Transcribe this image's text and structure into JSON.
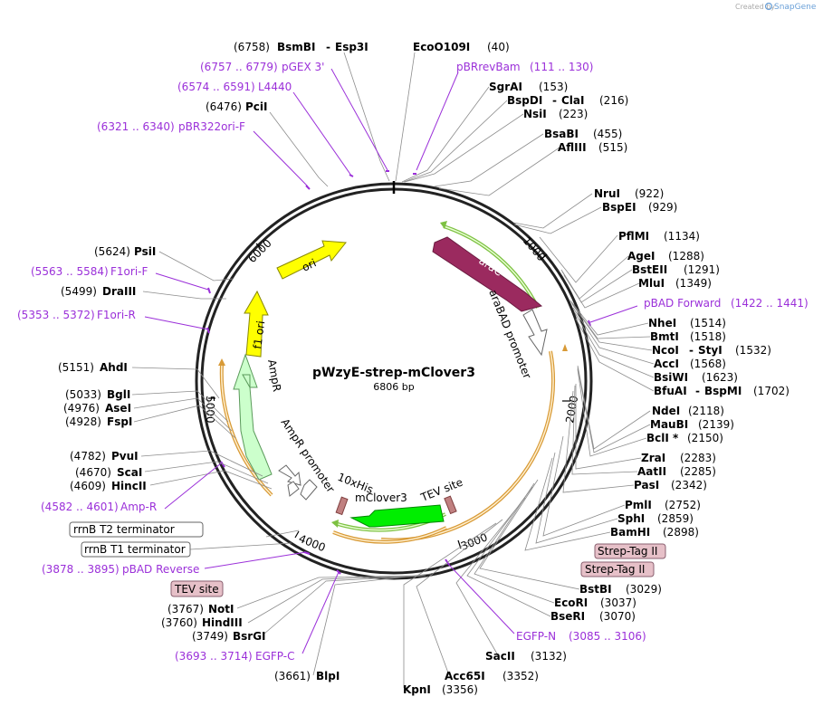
{
  "watermark": {
    "created_by": "Created by",
    "brand": "SnapGene"
  },
  "plasmid": {
    "name": "pWzyE-strep-mClover3",
    "length": "6806 bp"
  },
  "ticks": [
    "1000",
    "2000",
    "3000",
    "4000",
    "5000",
    "6000"
  ],
  "features": {
    "araC": "araC",
    "araBAD_promoter": "araBAD promoter",
    "ori": "ori",
    "f1_ori": "f1 ori",
    "AmpR": "AmpR",
    "AmpR_promoter": "AmpR promoter",
    "tenxHis": "10xHis",
    "mClover3": "mClover3",
    "TEV_site": "TEV site"
  },
  "boxed_features": {
    "rrnB_T2": "rrnB T2 terminator",
    "rrnB_T1": "rrnB T1 terminator",
    "TEV_site_box": "TEV site",
    "strep1": "Strep-Tag II",
    "strep2": "Strep-Tag II"
  },
  "sites": {
    "BsmBI": {
      "pos": "(6758)",
      "name": "BsmBI",
      "name2": "Esp3I"
    },
    "EcoO109I": {
      "pos": "(40)",
      "name": "EcoO109I"
    },
    "SgrAI": {
      "pos": "(153)",
      "name": "SgrAI"
    },
    "BspDI": {
      "pos": "(216)",
      "name": "BspDI",
      "name2": "ClaI"
    },
    "NsiI": {
      "pos": "(223)",
      "name": "NsiI"
    },
    "BsaBI": {
      "pos": "(455)",
      "name": "BsaBI"
    },
    "AflIII": {
      "pos": "(515)",
      "name": "AflIII"
    },
    "NruI": {
      "pos": "(922)",
      "name": "NruI"
    },
    "BspEI": {
      "pos": "(929)",
      "name": "BspEI"
    },
    "PflMI": {
      "pos": "(1134)",
      "name": "PflMI"
    },
    "AgeI": {
      "pos": "(1288)",
      "name": "AgeI"
    },
    "BstEII": {
      "pos": "(1291)",
      "name": "BstEII"
    },
    "MluI": {
      "pos": "(1349)",
      "name": "MluI"
    },
    "NheI": {
      "pos": "(1514)",
      "name": "NheI"
    },
    "BmtI": {
      "pos": "(1518)",
      "name": "BmtI"
    },
    "NcoI": {
      "pos": "(1532)",
      "name": "NcoI",
      "name2": "StyI"
    },
    "AccI": {
      "pos": "(1568)",
      "name": "AccI"
    },
    "BsiWI": {
      "pos": "(1623)",
      "name": "BsiWI"
    },
    "BfuAI": {
      "pos": "(1702)",
      "name": "BfuAI",
      "name2": "BspMI"
    },
    "NdeI": {
      "pos": "(2118)",
      "name": "NdeI"
    },
    "MauBI": {
      "pos": "(2139)",
      "name": "MauBI"
    },
    "BclI": {
      "pos": "(2150)",
      "name": "BclI *"
    },
    "ZraI": {
      "pos": "(2283)",
      "name": "ZraI"
    },
    "AatII": {
      "pos": "(2285)",
      "name": "AatII"
    },
    "PasI": {
      "pos": "(2342)",
      "name": "PasI"
    },
    "PmlI": {
      "pos": "(2752)",
      "name": "PmlI"
    },
    "SphI": {
      "pos": "(2859)",
      "name": "SphI"
    },
    "BamHI": {
      "pos": "(2898)",
      "name": "BamHI"
    },
    "BstBI": {
      "pos": "(3029)",
      "name": "BstBI"
    },
    "EcoRI": {
      "pos": "(3037)",
      "name": "EcoRI"
    },
    "BseRI": {
      "pos": "(3070)",
      "name": "BseRI"
    },
    "SacII": {
      "pos": "(3132)",
      "name": "SacII"
    },
    "Acc65I": {
      "pos": "(3352)",
      "name": "Acc65I"
    },
    "KpnI": {
      "pos": "(3356)",
      "name": "KpnI"
    },
    "BlpI": {
      "pos": "(3661)",
      "name": "BlpI"
    },
    "BsrGI": {
      "pos": "(3749)",
      "name": "BsrGI"
    },
    "HindIII": {
      "pos": "(3760)",
      "name": "HindIII"
    },
    "NotI": {
      "pos": "(3767)",
      "name": "NotI"
    },
    "HincII": {
      "pos": "(4609)",
      "name": "HincII"
    },
    "ScaI": {
      "pos": "(4670)",
      "name": "ScaI"
    },
    "PvuI": {
      "pos": "(4782)",
      "name": "PvuI"
    },
    "FspI": {
      "pos": "(4928)",
      "name": "FspI"
    },
    "AseI": {
      "pos": "(4976)",
      "name": "AseI"
    },
    "BglI": {
      "pos": "(5033)",
      "name": "BglI"
    },
    "AhdI": {
      "pos": "(5151)",
      "name": "AhdI"
    },
    "DraIII": {
      "pos": "(5499)",
      "name": "DraIII"
    },
    "PsiI": {
      "pos": "(5624)",
      "name": "PsiI"
    },
    "PciI": {
      "pos": "(6476)",
      "name": "PciI"
    }
  },
  "primers": {
    "pGEX3": {
      "range": "(6757 .. 6779)",
      "name": "pGEX 3'"
    },
    "pBRrevBam": {
      "range": "(111 .. 130)",
      "name": "pBRrevBam"
    },
    "L4440": {
      "range": "(6574 .. 6591)",
      "name": "L4440"
    },
    "pBR322ori": {
      "range": "(6321 .. 6340)",
      "name": "pBR322ori-F"
    },
    "pBADForward": {
      "range": "(1422 .. 1441)",
      "name": "pBAD Forward"
    },
    "F1oriF": {
      "range": "(5563 .. 5584)",
      "name": "F1ori-F"
    },
    "F1oriR": {
      "range": "(5353 .. 5372)",
      "name": "F1ori-R"
    },
    "AmpR_primer": {
      "range": "(4582 .. 4601)",
      "name": "Amp-R"
    },
    "pBADReverse": {
      "range": "(3878 .. 3895)",
      "name": "pBAD Reverse"
    },
    "EGFPC": {
      "range": "(3693 .. 3714)",
      "name": "EGFP-C"
    },
    "EGFPN": {
      "range": "(3085 .. 3106)",
      "name": "EGFP-N"
    }
  }
}
